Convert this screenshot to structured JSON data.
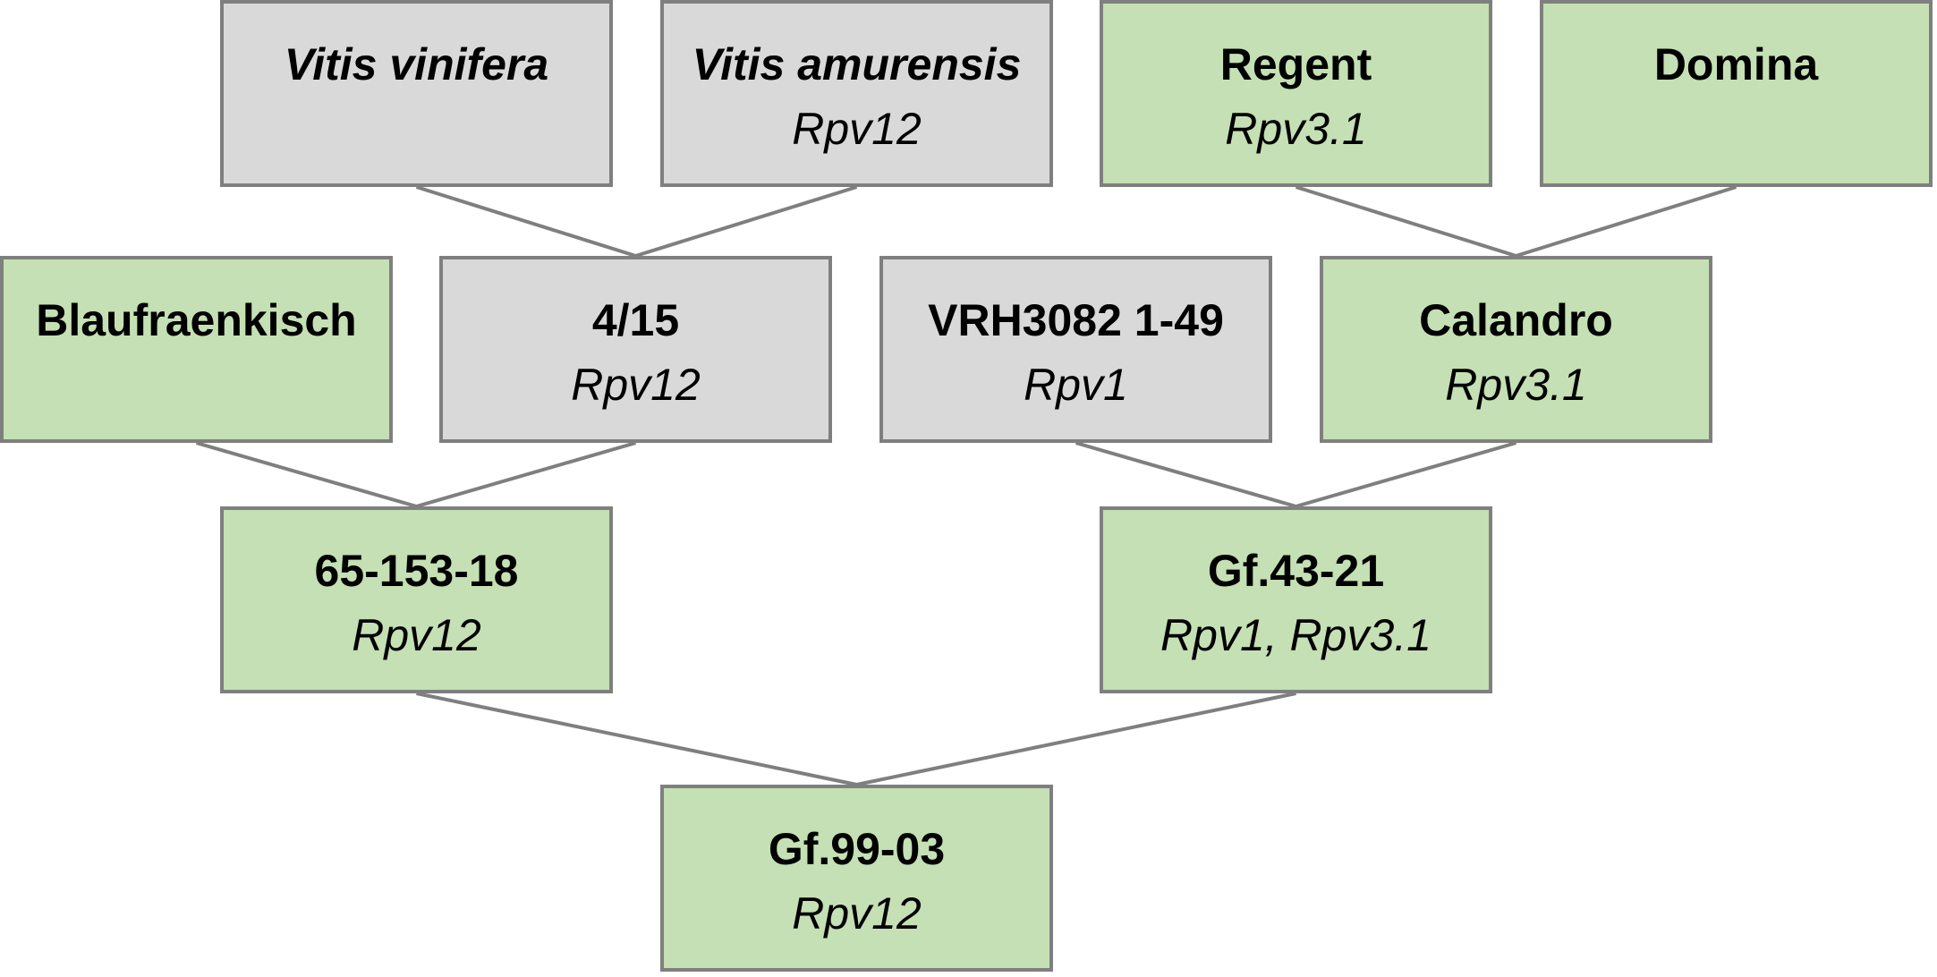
{
  "colors": {
    "box_border": "#7f7f7f",
    "connector": "#7f7f7f",
    "grey_fill": "#d9d9d9",
    "green_fill": "#c5e0b4"
  },
  "nodes": {
    "vitis_vinifera": {
      "name": "Vitis vinifera",
      "gene": ""
    },
    "vitis_amurensis": {
      "name": "Vitis amurensis",
      "gene": "Rpv12"
    },
    "regent": {
      "name": "Regent",
      "gene": "Rpv3.1"
    },
    "domina": {
      "name": "Domina",
      "gene": ""
    },
    "blaufraenkisch": {
      "name": "Blaufraenkisch",
      "gene": ""
    },
    "n4_15": {
      "name": "4/15",
      "gene": "Rpv12"
    },
    "vrh3082": {
      "name": "VRH3082 1-49",
      "gene": "Rpv1"
    },
    "calandro": {
      "name": "Calandro",
      "gene": "Rpv3.1"
    },
    "n65_153_18": {
      "name": "65-153-18",
      "gene": "Rpv12"
    },
    "gf43_21": {
      "name": "Gf.43-21",
      "gene": "Rpv1, Rpv3.1"
    },
    "gf99_03": {
      "name": "Gf.99-03",
      "gene": "Rpv12"
    }
  },
  "crosses": [
    {
      "parents": [
        "vitis_vinifera",
        "vitis_amurensis"
      ],
      "child": "n4_15"
    },
    {
      "parents": [
        "regent",
        "domina"
      ],
      "child": "calandro"
    },
    {
      "parents": [
        "blaufraenkisch",
        "n4_15"
      ],
      "child": "n65_153_18"
    },
    {
      "parents": [
        "vrh3082",
        "calandro"
      ],
      "child": "gf43_21"
    },
    {
      "parents": [
        "n65_153_18",
        "gf43_21"
      ],
      "child": "gf99_03"
    }
  ]
}
